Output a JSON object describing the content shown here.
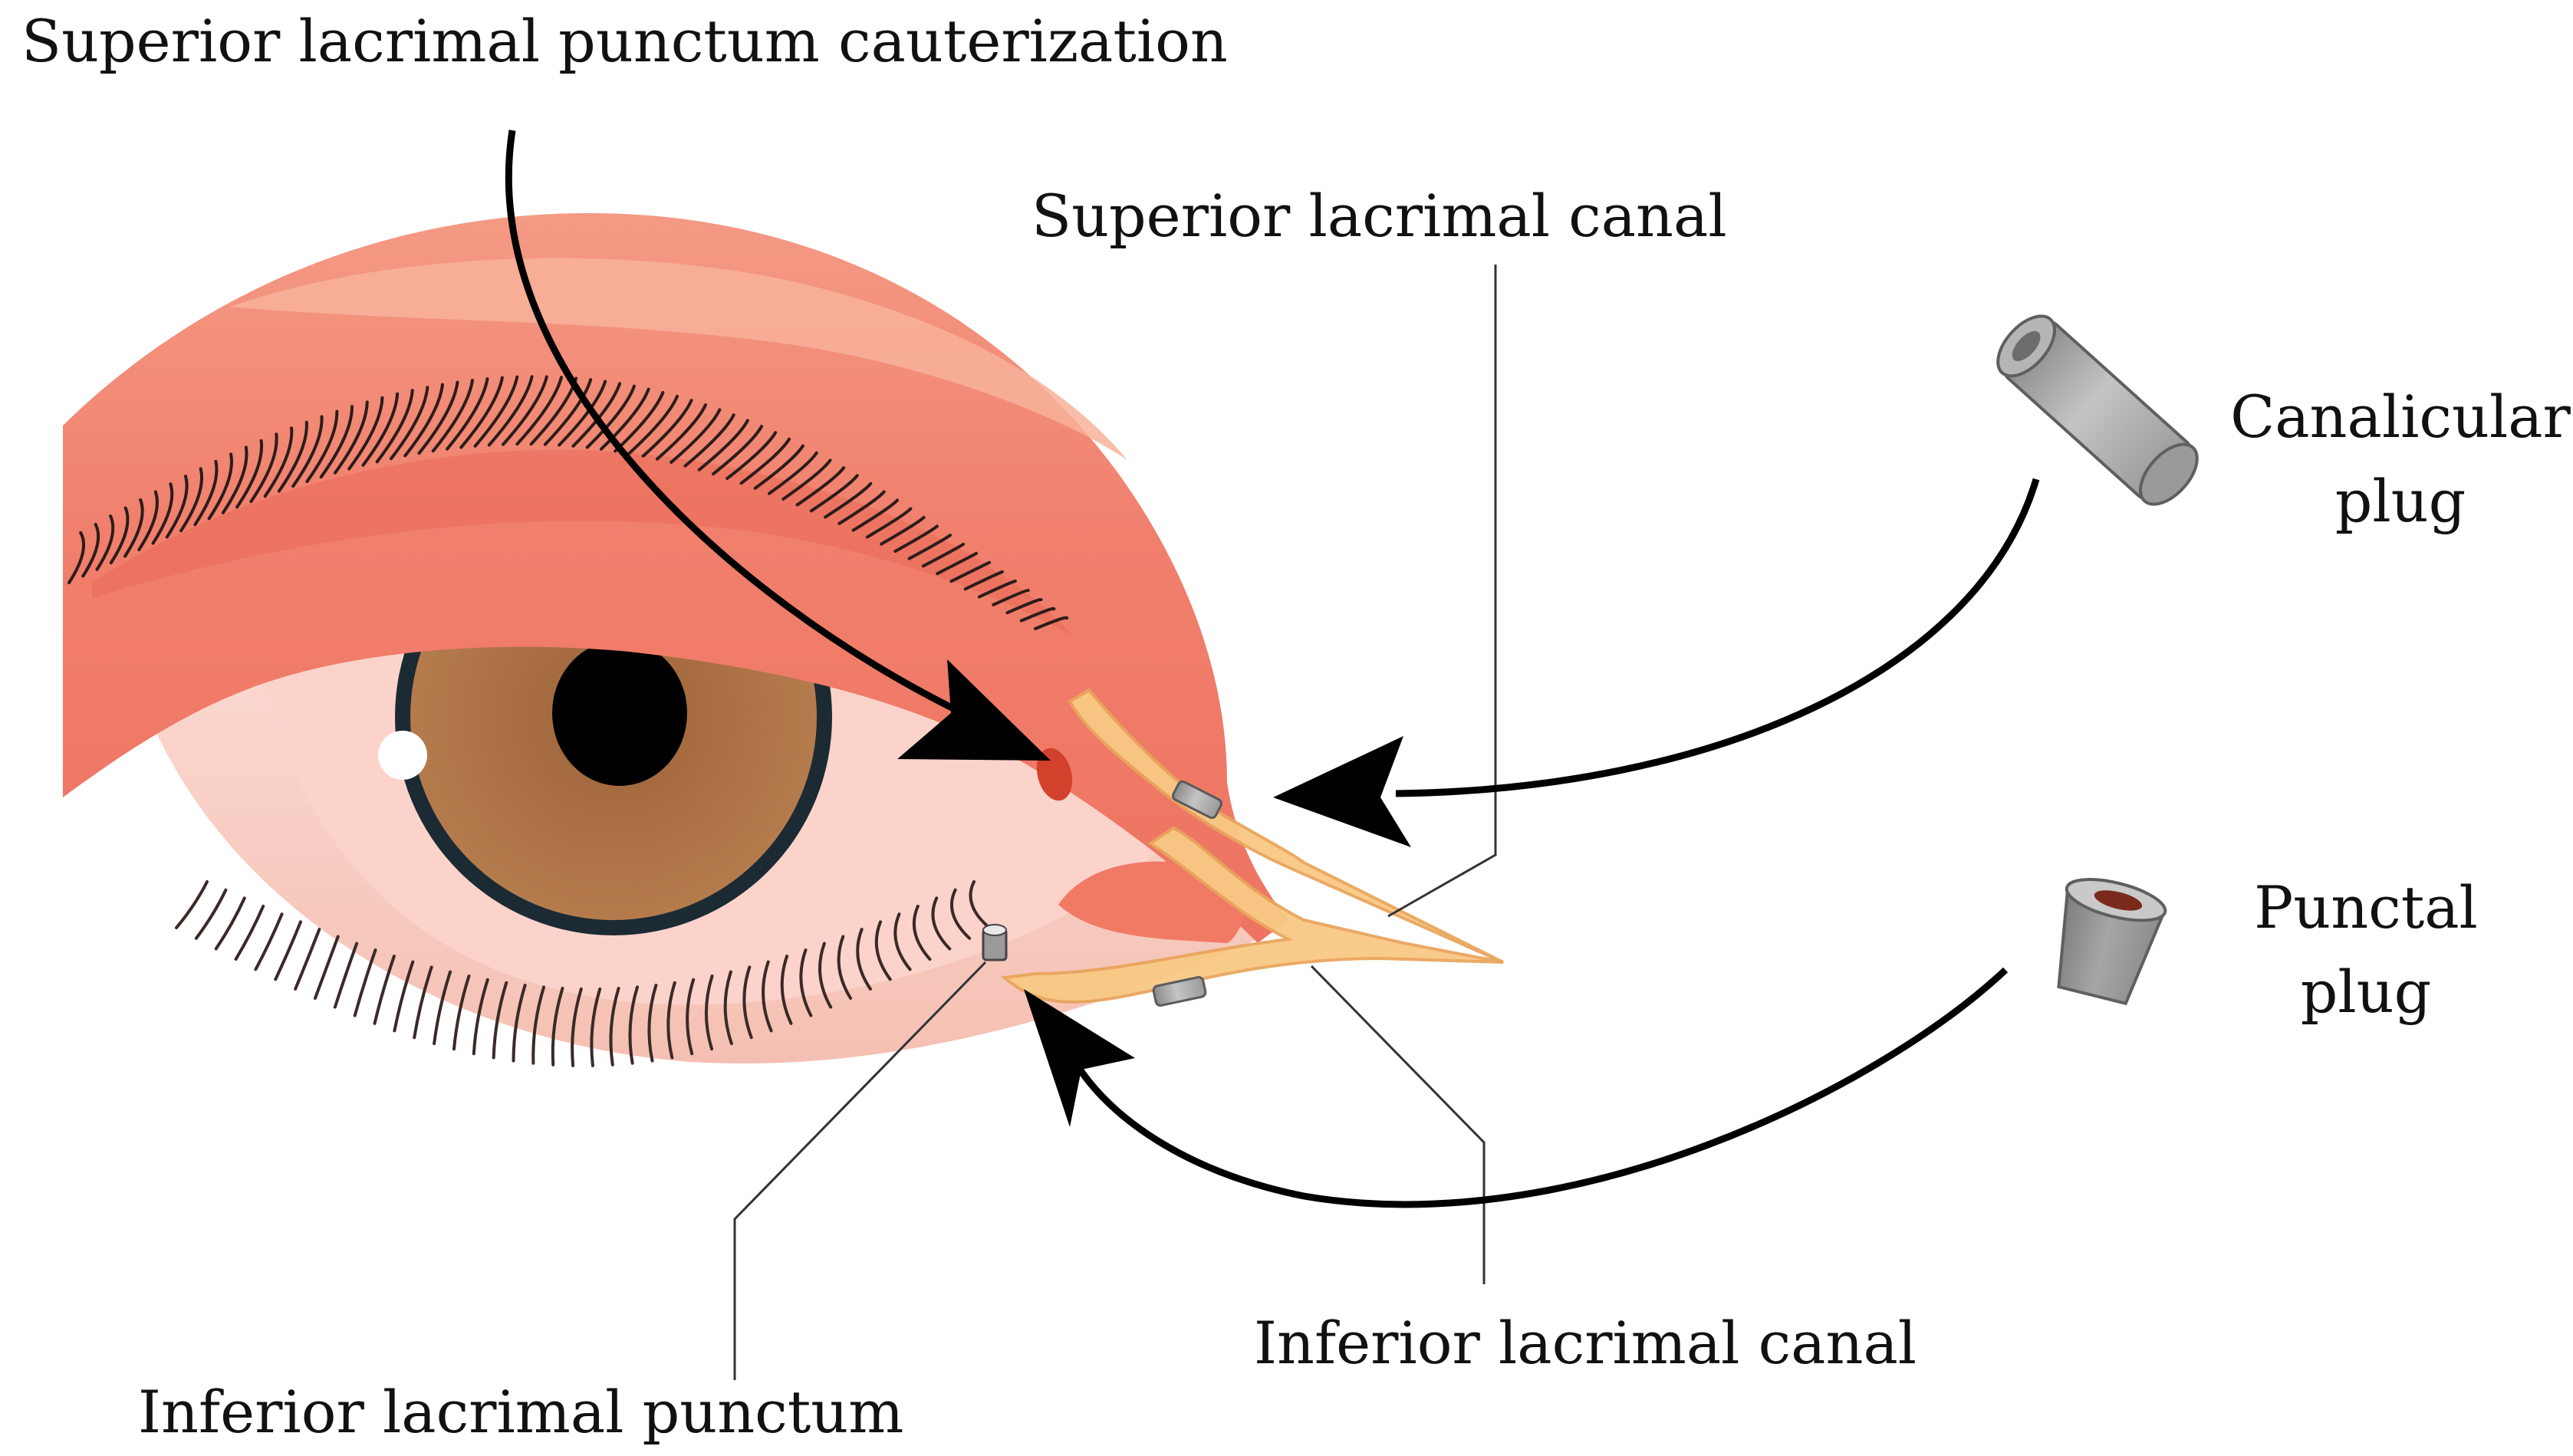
{
  "labels": {
    "cauterization": "Superior lacrimal punctum cauterization",
    "superior_canal": "Superior lacrimal canal",
    "canalicular_plug_line1": "Canalicular",
    "canalicular_plug_line2": "plug",
    "punctal_plug_line1": "Punctal",
    "punctal_plug_line2": "plug",
    "inferior_canal": "Inferior lacrimal canal",
    "inferior_punctum": "Inferior lacrimal punctum"
  },
  "colors": {
    "brow_skin": "#f07d6b",
    "brow_highlight": "#f6a58e",
    "lower_skin": "#f7c4b8",
    "sclera": "#fbd6cf",
    "iris": "#ab7145",
    "iris_ring": "#1b2a33",
    "pupil": "#000000",
    "canal": "#f9c985",
    "canal_edge": "#e9a55c",
    "plug_gray": "#9b9b9b",
    "plug_dark": "#6f6f6f",
    "arrow": "#000000"
  }
}
